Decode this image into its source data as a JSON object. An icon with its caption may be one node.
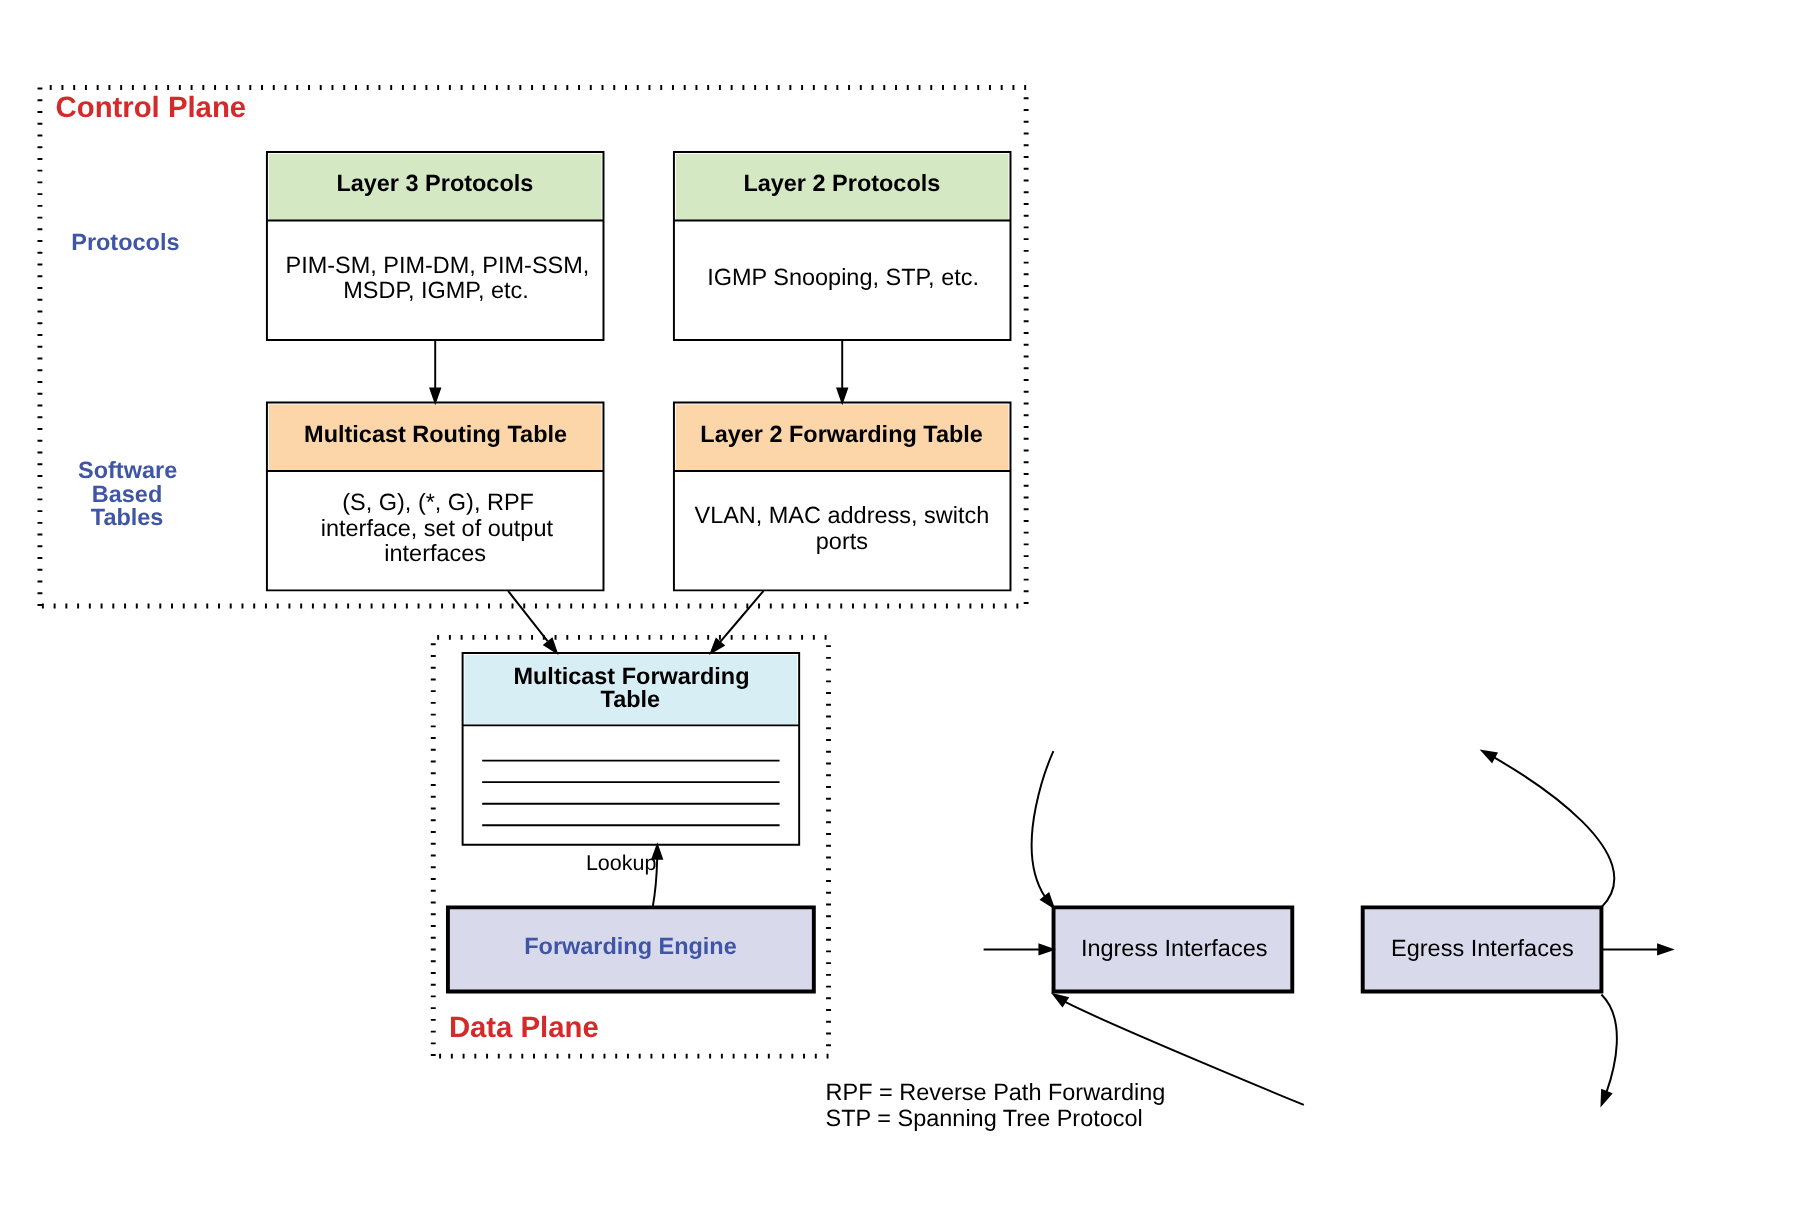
{
  "diagram": {
    "nodes": [
      {
        "text": [
          "Control Plane"
        ]
      },
      {
        "text": [
          "Layer 3 Protocols",
          "PIM-SM, PIM-DM, PIM-SSM, MSDP, IGMP, etc."
        ],
        "in": 0
      },
      {
        "text": [
          "Layer 2 Protocols",
          "IGMP Snooping, STP, etc."
        ],
        "in": 0
      },
      {
        "text": [
          "Multicast Routing Table",
          "(S, G), (*, G), RPF interface, set of output interfaces"
        ],
        "in": 0
      },
      {
        "text": [
          "Layer 2 Forwarding Table",
          "VLAN, MAC address, switch ports"
        ],
        "in": 0
      },
      {
        "text": [
          "Data Plane"
        ]
      },
      {
        "text": [
          "Multicast Forwarding Table"
        ],
        "in": 5
      },
      {
        "text": [
          "Ingress Interfaces"
        ]
      },
      {
        "text": [
          "Forwarding Engine"
        ],
        "in": 5
      },
      {
        "text": [
          "Egress Interfaces"
        ]
      }
    ],
    "edges": [
      {
        "from": 1,
        "to": 3,
        "arrow": "to"
      },
      {
        "from": 2,
        "to": 4,
        "arrow": "to"
      },
      {
        "from": 3,
        "to": 6,
        "arrow": "to"
      },
      {
        "from": 4,
        "to": 6,
        "arrow": "to"
      },
      {
        "from": 8,
        "to": 6,
        "arrow": "to",
        "label": "Lookup"
      },
      {
        "from": null,
        "to": 7,
        "arrow": "to"
      },
      {
        "from": null,
        "to": 7,
        "arrow": "to"
      },
      {
        "from": null,
        "to": 7,
        "arrow": "to"
      },
      {
        "from": 9,
        "to": null,
        "arrow": "to"
      },
      {
        "from": 9,
        "to": null,
        "arrow": "to"
      },
      {
        "from": 9,
        "to": null,
        "arrow": "to"
      }
    ],
    "labels": [
      "Protocols",
      "Software Based Tables",
      "RPF = Reverse Path Forwarding",
      "STP = Spanning Tree Protocol"
    ]
  }
}
